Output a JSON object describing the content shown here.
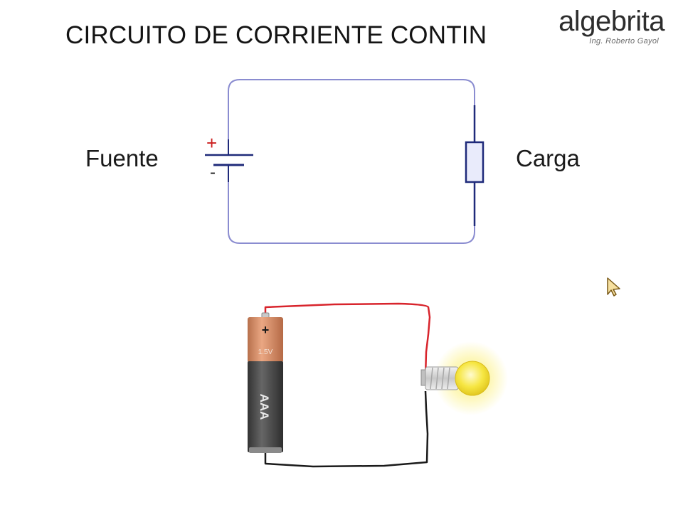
{
  "title": "CIRCUITO DE CORRIENTE CONTIN",
  "logo": {
    "word": "algebrita",
    "subtitle": "Ing. Roberto Gayol"
  },
  "schematic": {
    "source_label": "Fuente",
    "load_label": "Carga",
    "plus_sign": "+",
    "minus_sign": "-"
  },
  "battery": {
    "terminal_sign": "+",
    "voltage": "1.5V",
    "size": "AAA"
  },
  "colors": {
    "wire": "#8a8cd0",
    "plus": "#cc2020",
    "red_wire": "#d8242c",
    "black_wire": "#1a1a1a",
    "battery_top": "#d8926a",
    "battery_body": "#4a4a4a",
    "bulb": "#f4e23a"
  }
}
